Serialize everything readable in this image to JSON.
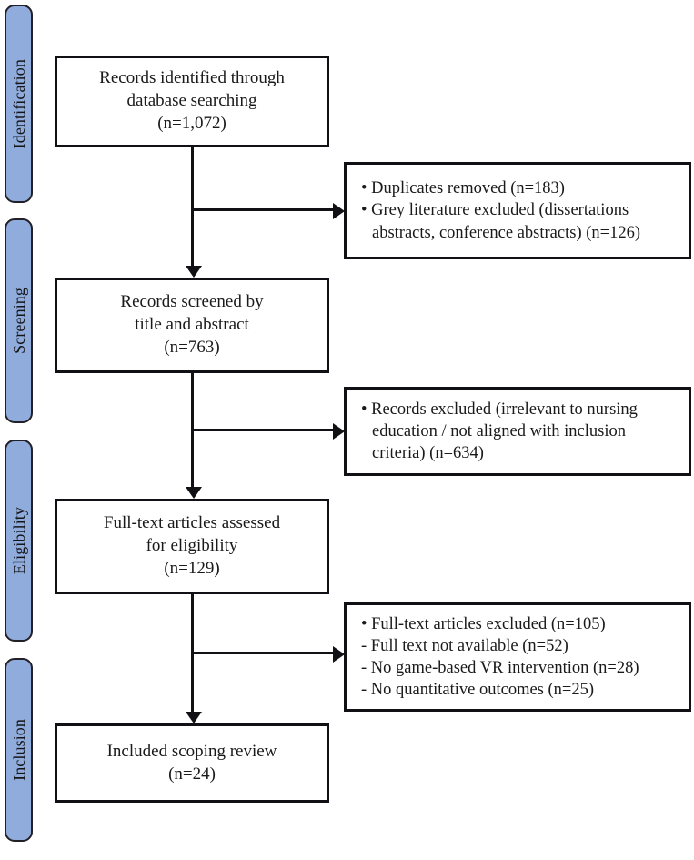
{
  "diagram": {
    "type": "prisma-flow-diagram",
    "title": "PRISMA scoping review flow diagram",
    "colors": {
      "stage_pill_fill": "#8FACDC",
      "stage_pill_border": "#222026",
      "box_border": "#111014",
      "box_fill": "#FFFFFF",
      "text": "#1A1A1A"
    }
  },
  "stages": [
    {
      "label": "Identification"
    },
    {
      "label": "Screening"
    },
    {
      "label": "Eligibility"
    },
    {
      "label": "Inclusion"
    }
  ],
  "flow_boxes": [
    {
      "id": "identified",
      "lines": [
        "Records identified through",
        "database searching",
        "(n=1,072)"
      ],
      "count": 1072
    },
    {
      "id": "screened",
      "lines": [
        "Records screened by",
        "title and abstract",
        "(n=763)"
      ],
      "count": 763
    },
    {
      "id": "full-text-assessed",
      "lines": [
        "Full-text articles assessed",
        "for eligibility",
        "(n=129)"
      ],
      "count": 129
    },
    {
      "id": "included",
      "lines": [
        "Included scoping review",
        "(n=24)"
      ],
      "count": 24
    }
  ],
  "exclusion_boxes": [
    {
      "id": "identification-exclusions",
      "items": [
        {
          "marker": "bullet",
          "text": "Duplicates removed (n=183)"
        },
        {
          "marker": "bullet",
          "text": "Grey literature excluded (dissertations"
        },
        {
          "marker": "none-continued",
          "text": "abstracts, conference abstracts) (n=126)"
        }
      ]
    },
    {
      "id": "screening-exclusions",
      "items": [
        {
          "marker": "bullet",
          "text": "Records excluded (irrelevant to nursing"
        },
        {
          "marker": "none-continued",
          "text": "education / not aligned with inclusion"
        },
        {
          "marker": "none-continued",
          "text": "criteria) (n=634)"
        }
      ]
    },
    {
      "id": "eligibility-exclusions",
      "items": [
        {
          "marker": "bullet",
          "text": "Full-text articles excluded (n=105)"
        },
        {
          "marker": "dash",
          "text": "- Full text not available (n=52)"
        },
        {
          "marker": "dash",
          "text": "- No game-based VR intervention (n=28)"
        },
        {
          "marker": "dash",
          "text": "- No quantitative outcomes (n=25)"
        }
      ]
    }
  ]
}
